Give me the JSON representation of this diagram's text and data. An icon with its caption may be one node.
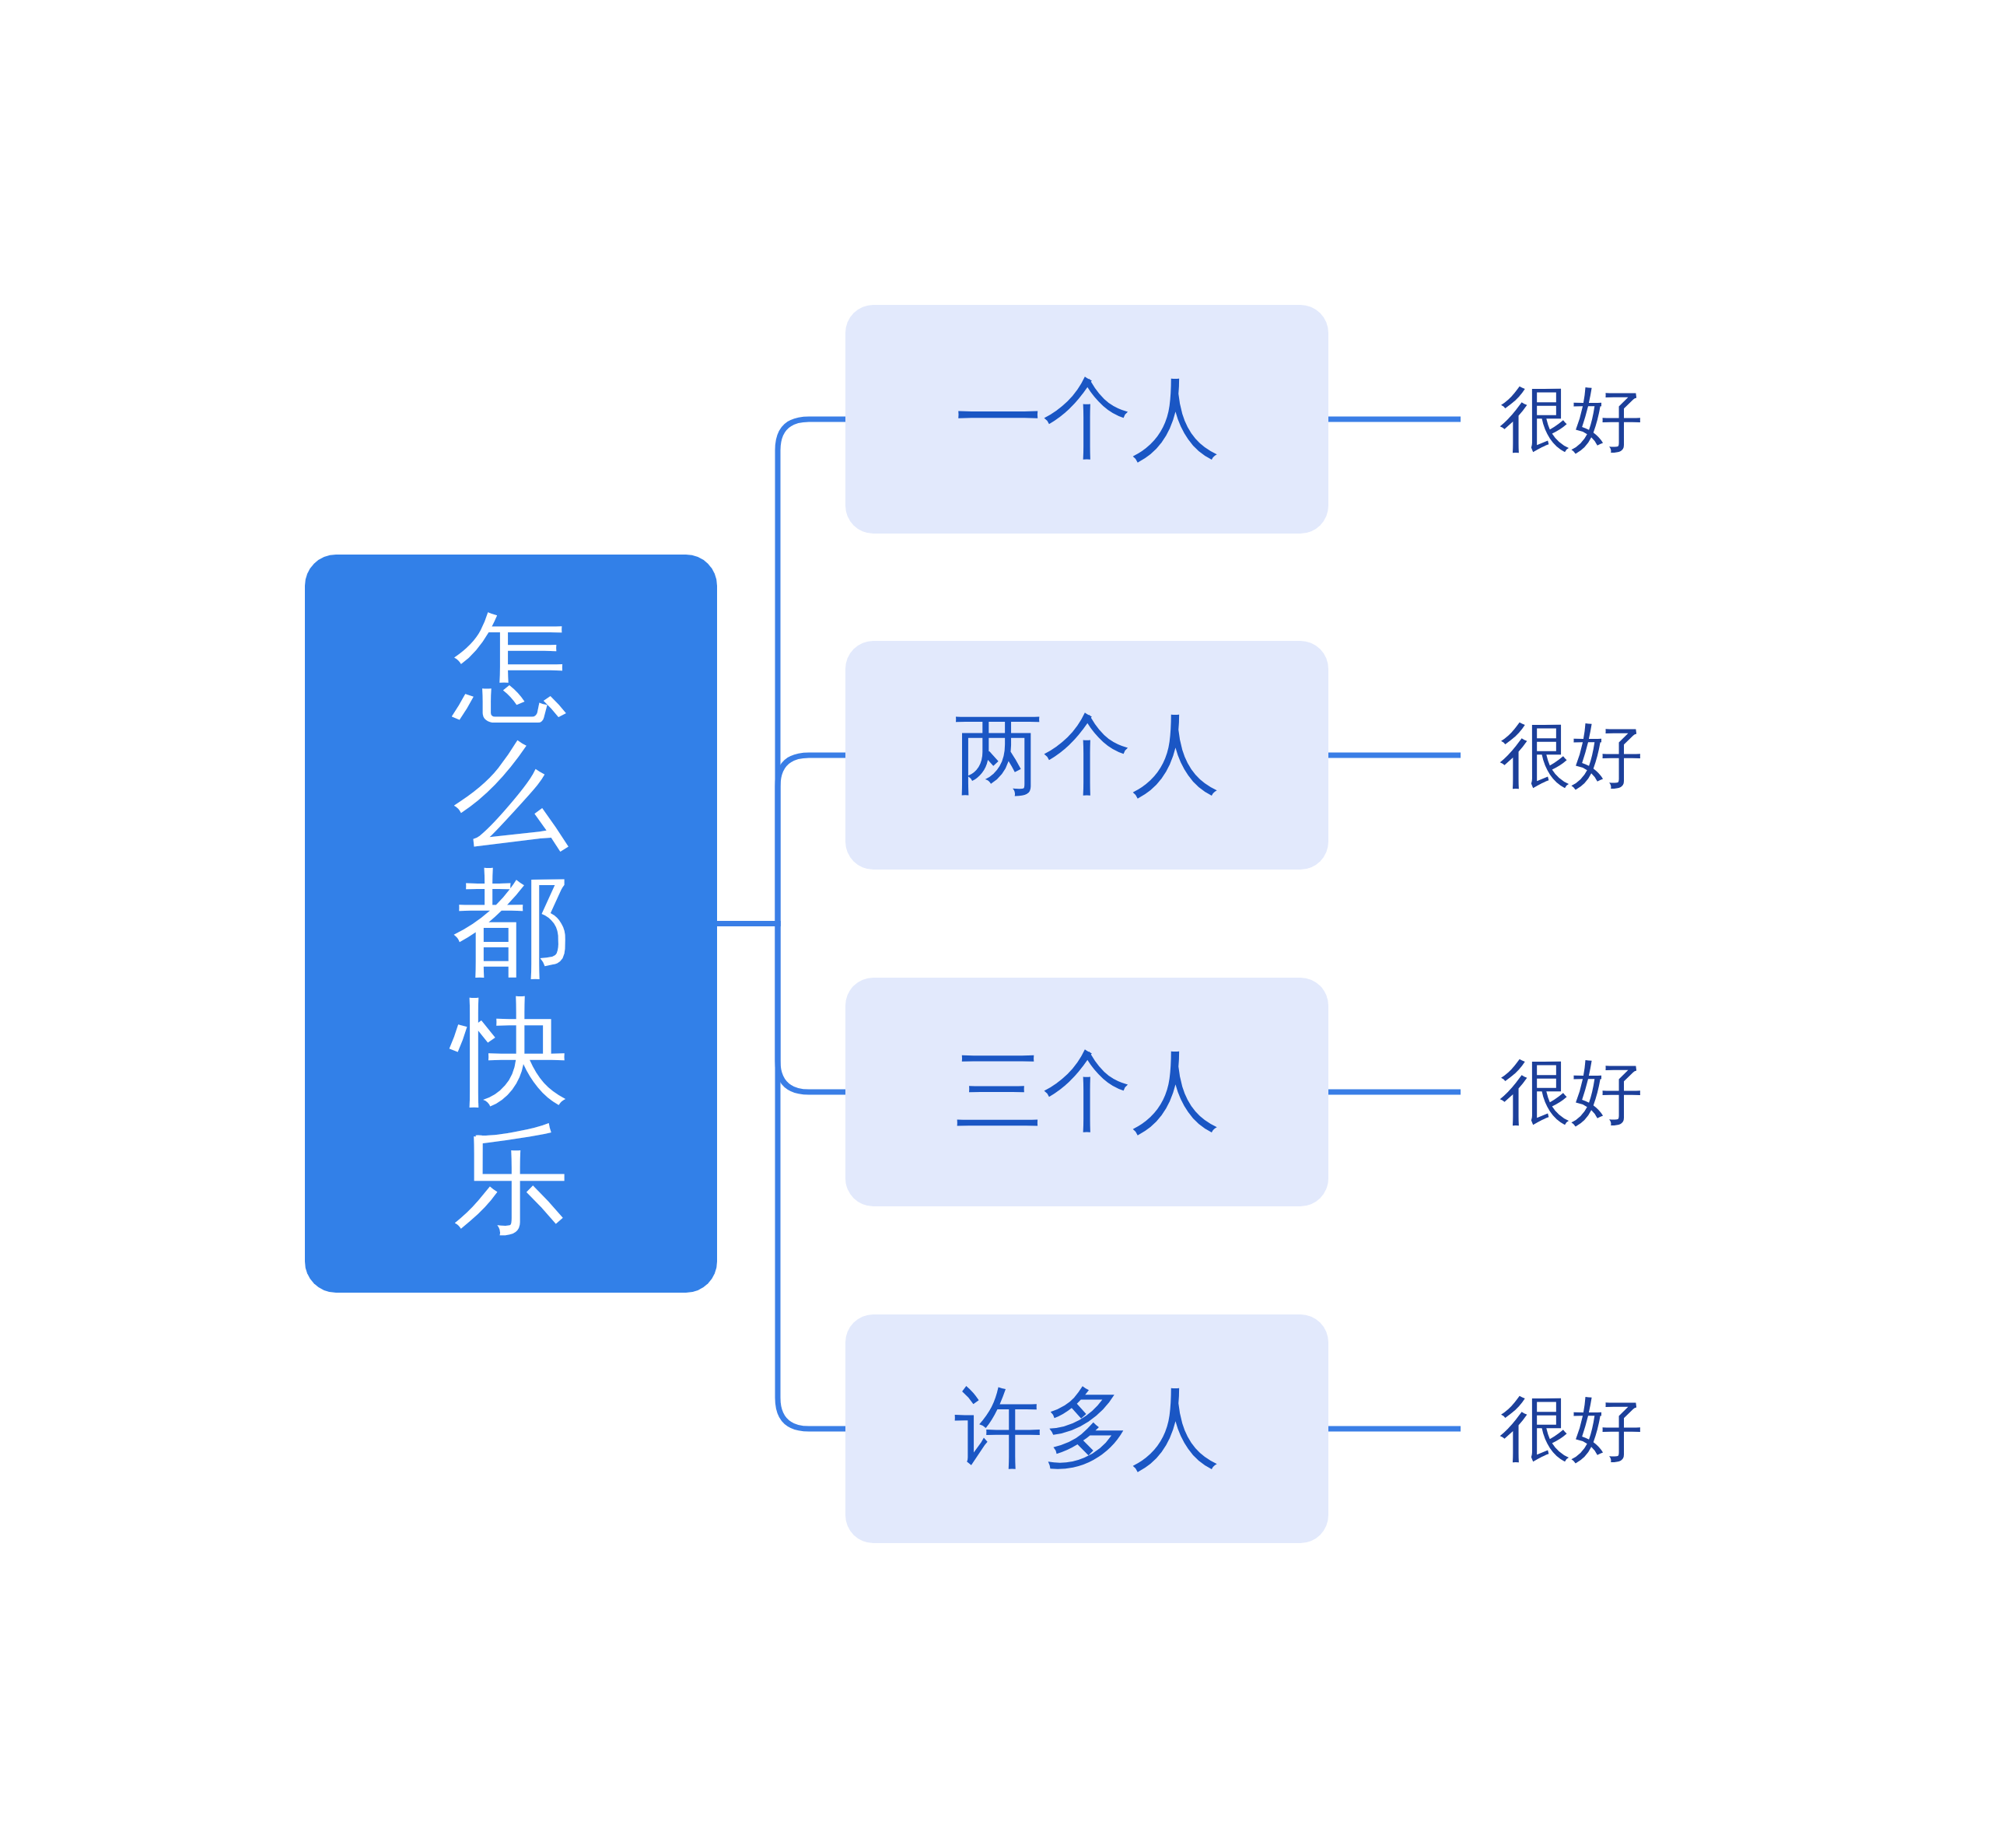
{
  "diagram": {
    "nodes": [
      {
        "text": [
          "怎么都快乐"
        ]
      },
      {
        "text": [
          "一个人"
        ]
      },
      {
        "text": [
          "两个人"
        ]
      },
      {
        "text": [
          "三个人"
        ]
      },
      {
        "text": [
          "许多人"
        ]
      },
      {
        "text": [
          "很好"
        ]
      },
      {
        "text": [
          "很好"
        ]
      },
      {
        "text": [
          "很好"
        ]
      },
      {
        "text": [
          "很好"
        ]
      }
    ],
    "edges": [
      {
        "from": 0,
        "to": 1,
        "arrow": "none"
      },
      {
        "from": 0,
        "to": 2,
        "arrow": "none"
      },
      {
        "from": 0,
        "to": 3,
        "arrow": "none"
      },
      {
        "from": 0,
        "to": 4,
        "arrow": "none"
      },
      {
        "from": 1,
        "to": 5,
        "arrow": "none"
      },
      {
        "from": 2,
        "to": 6,
        "arrow": "none"
      },
      {
        "from": 3,
        "to": 7,
        "arrow": "none"
      },
      {
        "from": 4,
        "to": 8,
        "arrow": "none"
      }
    ]
  }
}
